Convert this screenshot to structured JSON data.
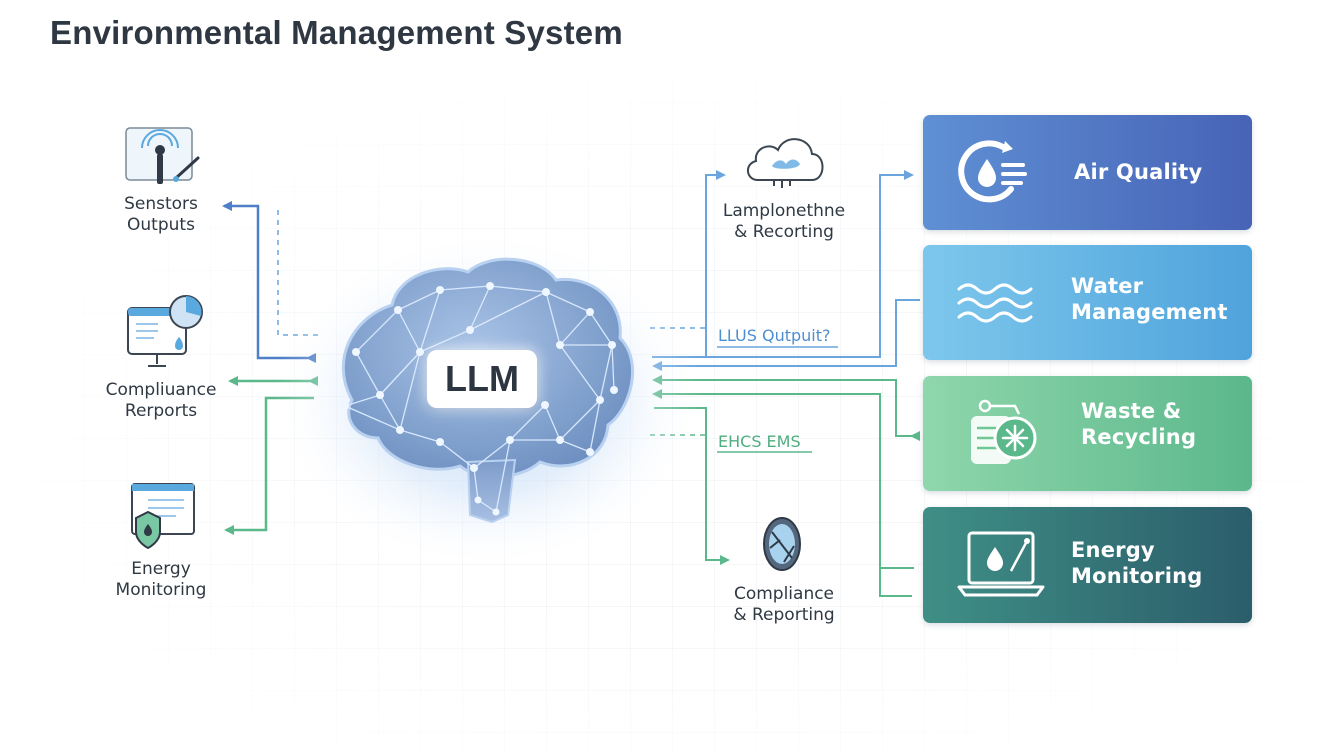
{
  "title": "Environmental Management System",
  "center": {
    "label": "LLM"
  },
  "inputs": [
    {
      "label": "Senstors\nOutputs",
      "icon": "sensor-icon"
    },
    {
      "label": "Compliuance\nRerports",
      "icon": "compliance-report-icon"
    },
    {
      "label": "Energy\nMonitoring",
      "icon": "energy-monitor-icon"
    }
  ],
  "outputs": [
    {
      "label": "Lamplonethne\n& Recorting",
      "icon": "cloud-icon"
    },
    {
      "label": "Compliance\n& Reporting",
      "icon": "shield-leaf-icon"
    }
  ],
  "flow_labels": {
    "upper": "LLUS Qutpuit?",
    "lower": "EHCS EMS"
  },
  "modules": [
    {
      "label": "Air Quality",
      "icon": "air-quality-icon"
    },
    {
      "label": "Water\nManagement",
      "icon": "water-waves-icon"
    },
    {
      "label": "Waste &\nRecycling",
      "icon": "recycling-icon"
    },
    {
      "label": "Energy\nMonitoring",
      "icon": "laptop-energy-icon"
    }
  ],
  "colors": {
    "blue": "#4f7fc7",
    "green": "#5bb88b",
    "air_quality": "#4a6dc0",
    "water": "#58aee0",
    "waste": "#6fc793",
    "energy": "#2f6d73"
  }
}
